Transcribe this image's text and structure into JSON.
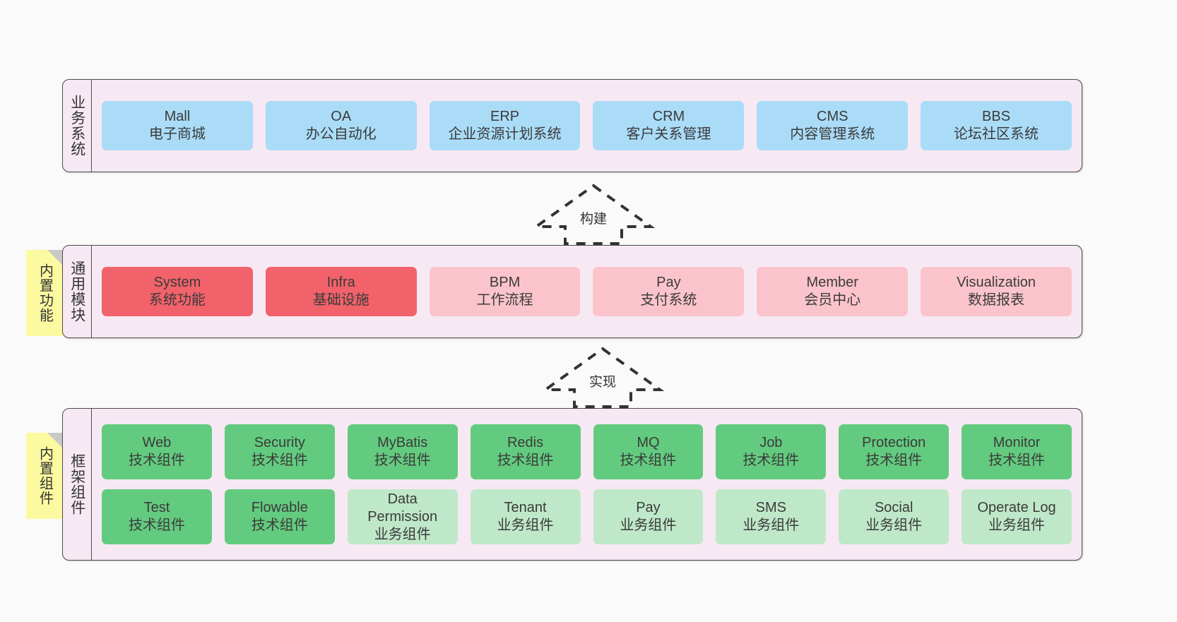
{
  "page": {
    "background": "#fafafa",
    "accent_container": "#f7e9f3",
    "border_color": "#4d4d4d"
  },
  "layers": [
    {
      "id": "business",
      "label": "业务系统",
      "rows": [
        {
          "cards": [
            {
              "title": "Mall",
              "subtitle": "电子商城",
              "color": "#aadcf8",
              "tone": "blue"
            },
            {
              "title": "OA",
              "subtitle": "办公自动化",
              "color": "#aadcf8",
              "tone": "blue"
            },
            {
              "title": "ERP",
              "subtitle": "企业资源计划系统",
              "color": "#aadcf8",
              "tone": "blue"
            },
            {
              "title": "CRM",
              "subtitle": "客户关系管理",
              "color": "#aadcf8",
              "tone": "blue"
            },
            {
              "title": "CMS",
              "subtitle": "内容管理系统",
              "color": "#aadcf8",
              "tone": "blue"
            },
            {
              "title": "BBS",
              "subtitle": "论坛社区系统",
              "color": "#aadcf8",
              "tone": "blue"
            }
          ]
        }
      ]
    },
    {
      "id": "modules",
      "label": "通用模块",
      "sticky": "内置功能",
      "rows": [
        {
          "cards": [
            {
              "title": "System",
              "subtitle": "系统功能",
              "color": "#f2626a",
              "tone": "red"
            },
            {
              "title": "Infra",
              "subtitle": "基础设施",
              "color": "#f2626a",
              "tone": "red"
            },
            {
              "title": "BPM",
              "subtitle": "工作流程",
              "color": "#fbc4cc",
              "tone": "pink"
            },
            {
              "title": "Pay",
              "subtitle": "支付系统",
              "color": "#fbc4cc",
              "tone": "pink"
            },
            {
              "title": "Member",
              "subtitle": "会员中心",
              "color": "#fbc4cc",
              "tone": "pink"
            },
            {
              "title": "Visualization",
              "subtitle": "数据报表",
              "color": "#fbc4cc",
              "tone": "pink"
            }
          ]
        }
      ]
    },
    {
      "id": "framework",
      "label": "框架组件",
      "sticky": "内置组件",
      "rows": [
        {
          "cards": [
            {
              "title": "Web",
              "subtitle": "技术组件",
              "color": "#63cb7f",
              "tone": "green"
            },
            {
              "title": "Security",
              "subtitle": "技术组件",
              "color": "#63cb7f",
              "tone": "green"
            },
            {
              "title": "MyBatis",
              "subtitle": "技术组件",
              "color": "#63cb7f",
              "tone": "green"
            },
            {
              "title": "Redis",
              "subtitle": "技术组件",
              "color": "#63cb7f",
              "tone": "green"
            },
            {
              "title": "MQ",
              "subtitle": "技术组件",
              "color": "#63cb7f",
              "tone": "green"
            },
            {
              "title": "Job",
              "subtitle": "技术组件",
              "color": "#63cb7f",
              "tone": "green"
            },
            {
              "title": "Protection",
              "subtitle": "技术组件",
              "color": "#63cb7f",
              "tone": "green"
            },
            {
              "title": "Monitor",
              "subtitle": "技术组件",
              "color": "#63cb7f",
              "tone": "green"
            }
          ]
        },
        {
          "cards": [
            {
              "title": "Test",
              "subtitle": "技术组件",
              "color": "#63cb7f",
              "tone": "green"
            },
            {
              "title": "Flowable",
              "subtitle": "技术组件",
              "color": "#63cb7f",
              "tone": "green"
            },
            {
              "title": "Data Permission",
              "subtitle": "业务组件",
              "color": "#bfe8c8",
              "tone": "lightgreen"
            },
            {
              "title": "Tenant",
              "subtitle": "业务组件",
              "color": "#bfe8c8",
              "tone": "lightgreen"
            },
            {
              "title": "Pay",
              "subtitle": "业务组件",
              "color": "#bfe8c8",
              "tone": "lightgreen"
            },
            {
              "title": "SMS",
              "subtitle": "业务组件",
              "color": "#bfe8c8",
              "tone": "lightgreen"
            },
            {
              "title": "Social",
              "subtitle": "业务组件",
              "color": "#bfe8c8",
              "tone": "lightgreen"
            },
            {
              "title": "Operate Log",
              "subtitle": "业务组件",
              "color": "#bfe8c8",
              "tone": "lightgreen"
            }
          ]
        }
      ]
    }
  ],
  "arrows": [
    {
      "id": "build",
      "label": "构建",
      "direction": "up",
      "style": "dashed-hollow",
      "from": "modules",
      "to": "business"
    },
    {
      "id": "realize",
      "label": "实现",
      "direction": "up",
      "style": "dashed-hollow",
      "from": "framework",
      "to": "modules"
    }
  ]
}
